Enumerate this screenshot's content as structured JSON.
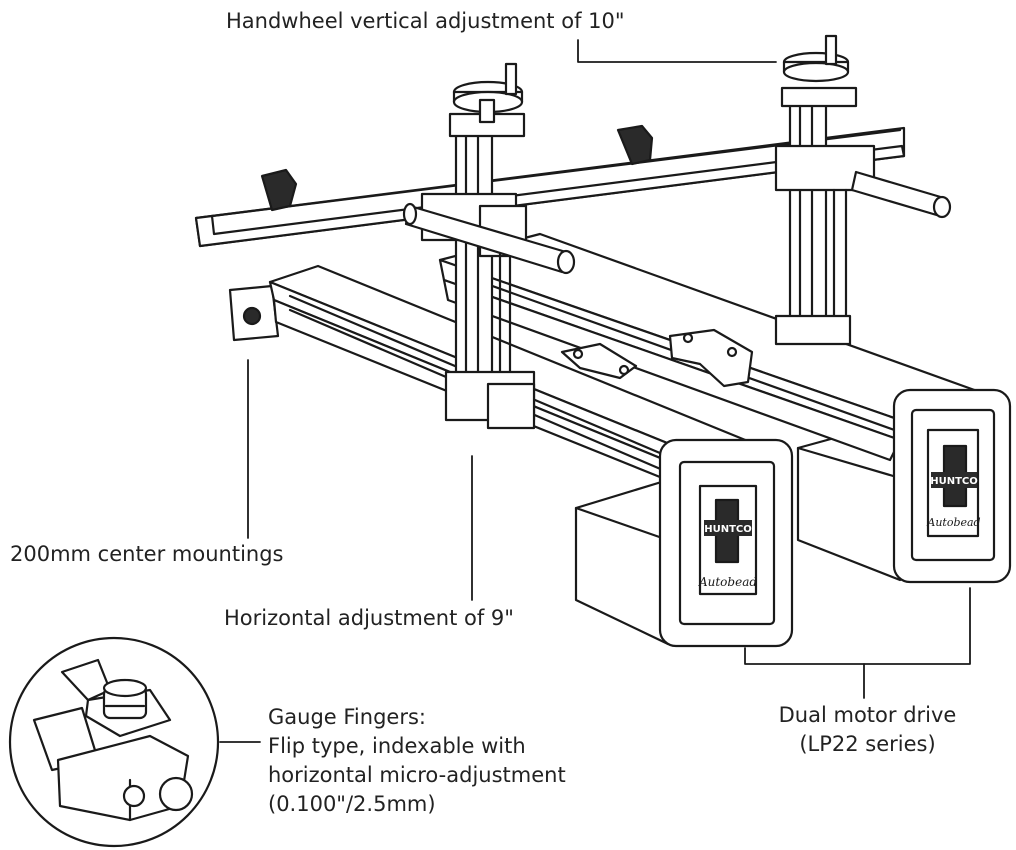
{
  "callouts": {
    "handwheel": "Handwheel vertical adjustment of 10\"",
    "mountings": "200mm center mountings",
    "horizontal": "Horizontal adjustment of 9\"",
    "dual_motor": [
      "Dual motor drive",
      "(LP22 series)"
    ],
    "gauge_fingers": [
      "Gauge Fingers:",
      "Flip type, indexable with",
      "horizontal micro-adjustment",
      "(0.100\"/2.5mm)"
    ]
  },
  "brand": {
    "logo": "HUNTCO",
    "product": "Autobead"
  },
  "colors": {
    "line": "#1a1a1a",
    "background": "#ffffff",
    "fill": "#ffffff",
    "dark": "#2a2a2a"
  },
  "icons": [
    "gauge-finger-detail-illustration",
    "fixture-machine-illustration"
  ]
}
